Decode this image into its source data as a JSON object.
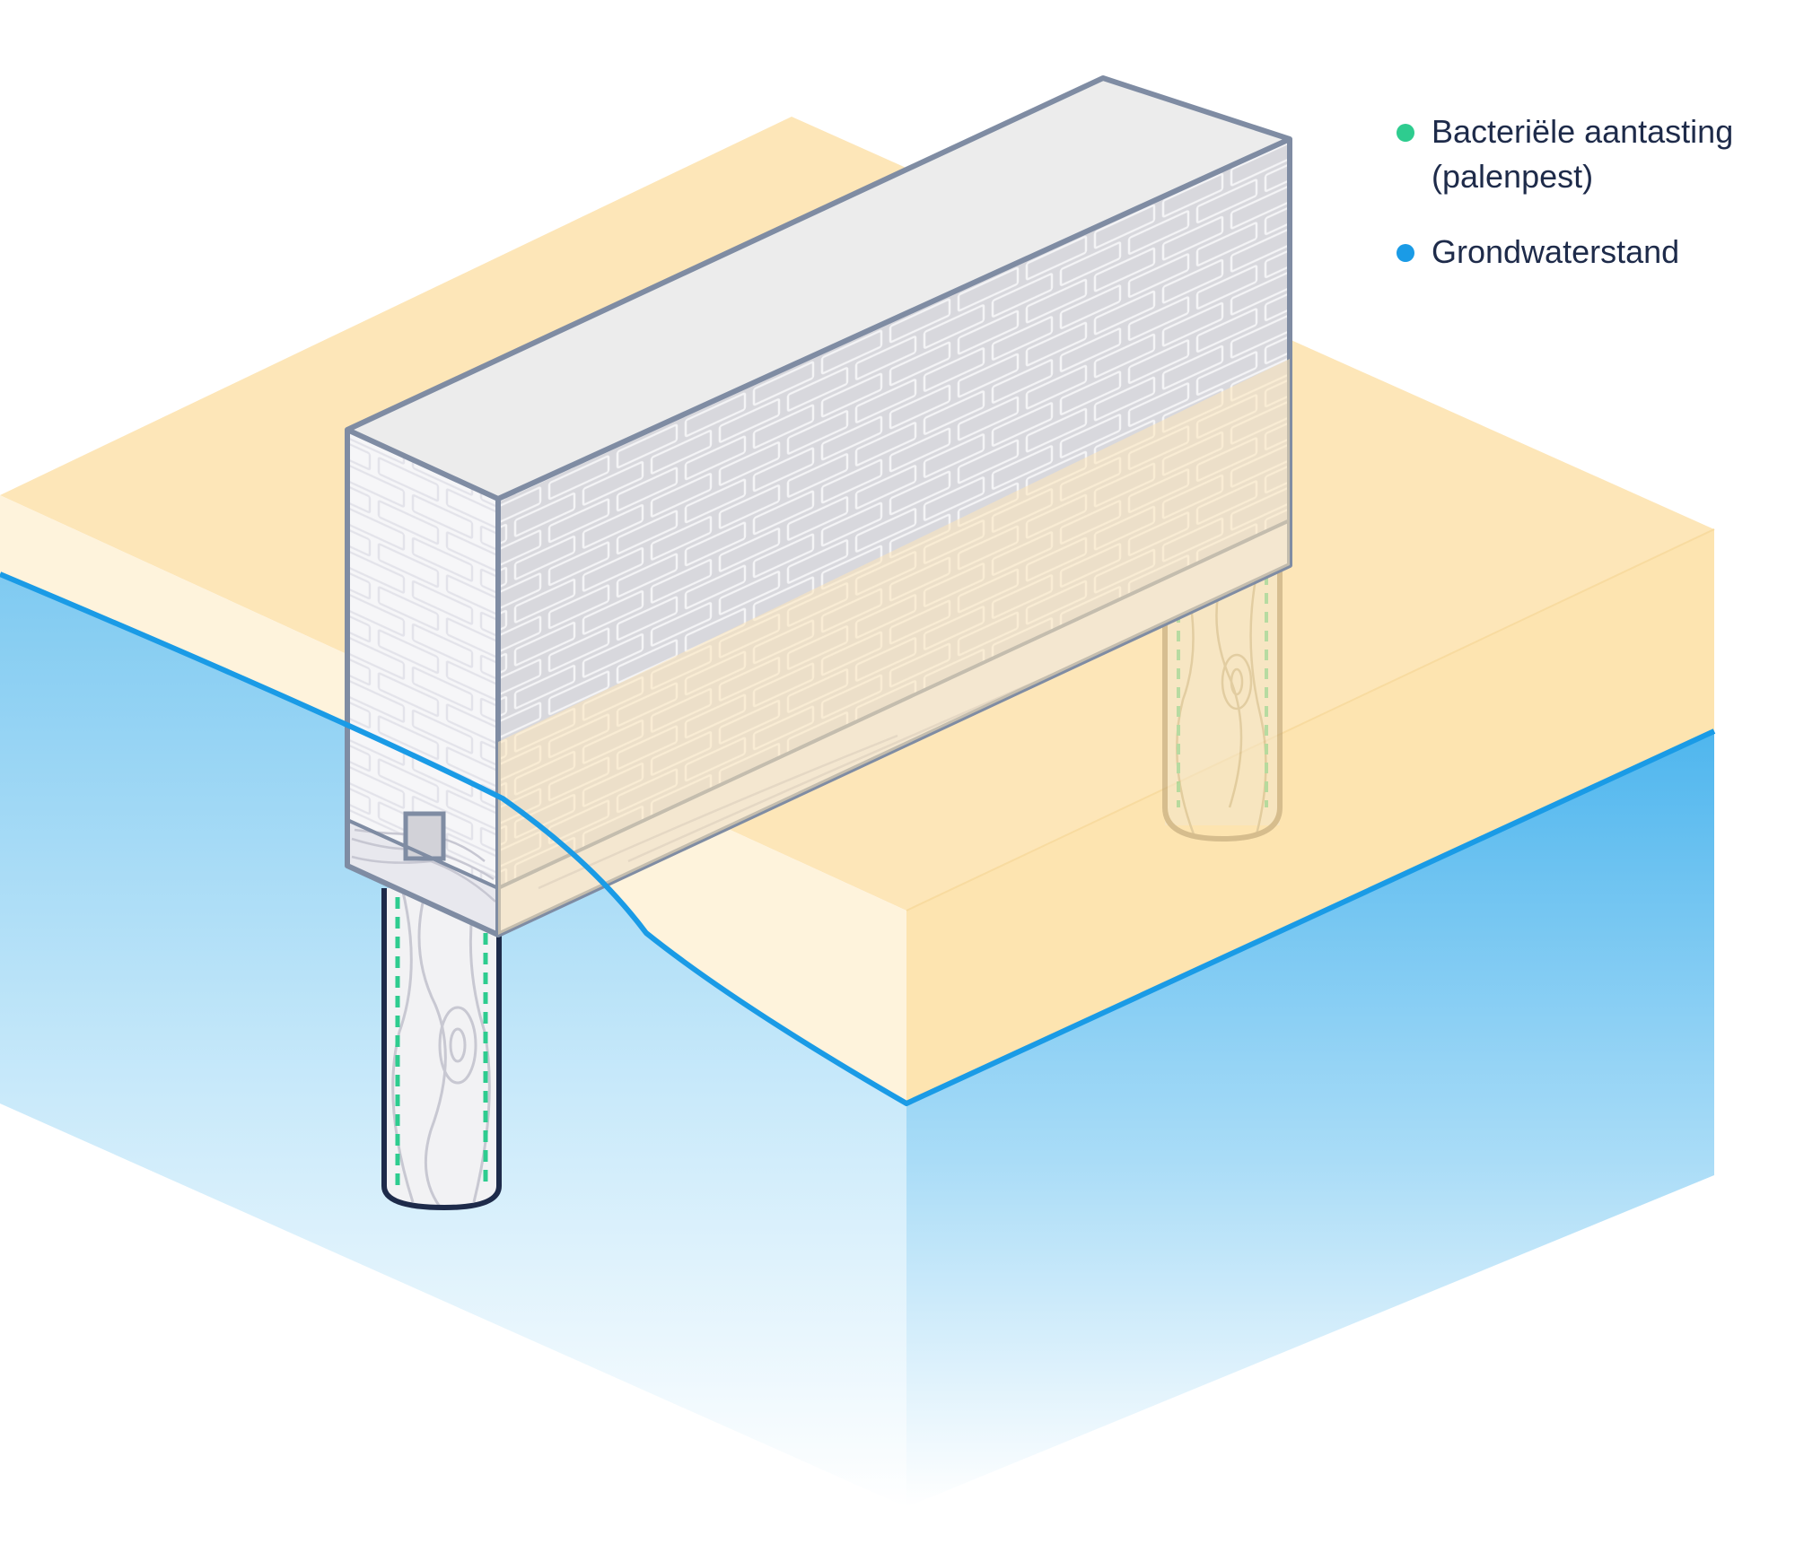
{
  "legend": {
    "items": [
      {
        "line1": "Bacteriële aantasting",
        "line2": "(palenpest)",
        "color": "#2ecc8f"
      },
      {
        "line1": "Grondwaterstand",
        "line2": "",
        "color": "#1a9be6"
      }
    ]
  },
  "colors": {
    "sand_top": "#fde6b8",
    "sand_side_left": "#fef3dc",
    "sand_side_right": "#fde4b0",
    "water_top": "#86cdf2",
    "water_strong": "#4fb6ee",
    "water_line": "#1a9be6",
    "wall_outline": "#7f8ca3",
    "wall_top": "#ececec",
    "wall_front": "#d8d8dd",
    "wall_end": "#f6f6f8",
    "pile_wood": "#f2f2f4",
    "pile_outline": "#1e2b4a",
    "decay_dash": "#2ecc8f",
    "legend_text": "#1e2b4a"
  },
  "icons": [
    "brick-pattern-icon",
    "wood-grain-icon",
    "vent-icon"
  ]
}
